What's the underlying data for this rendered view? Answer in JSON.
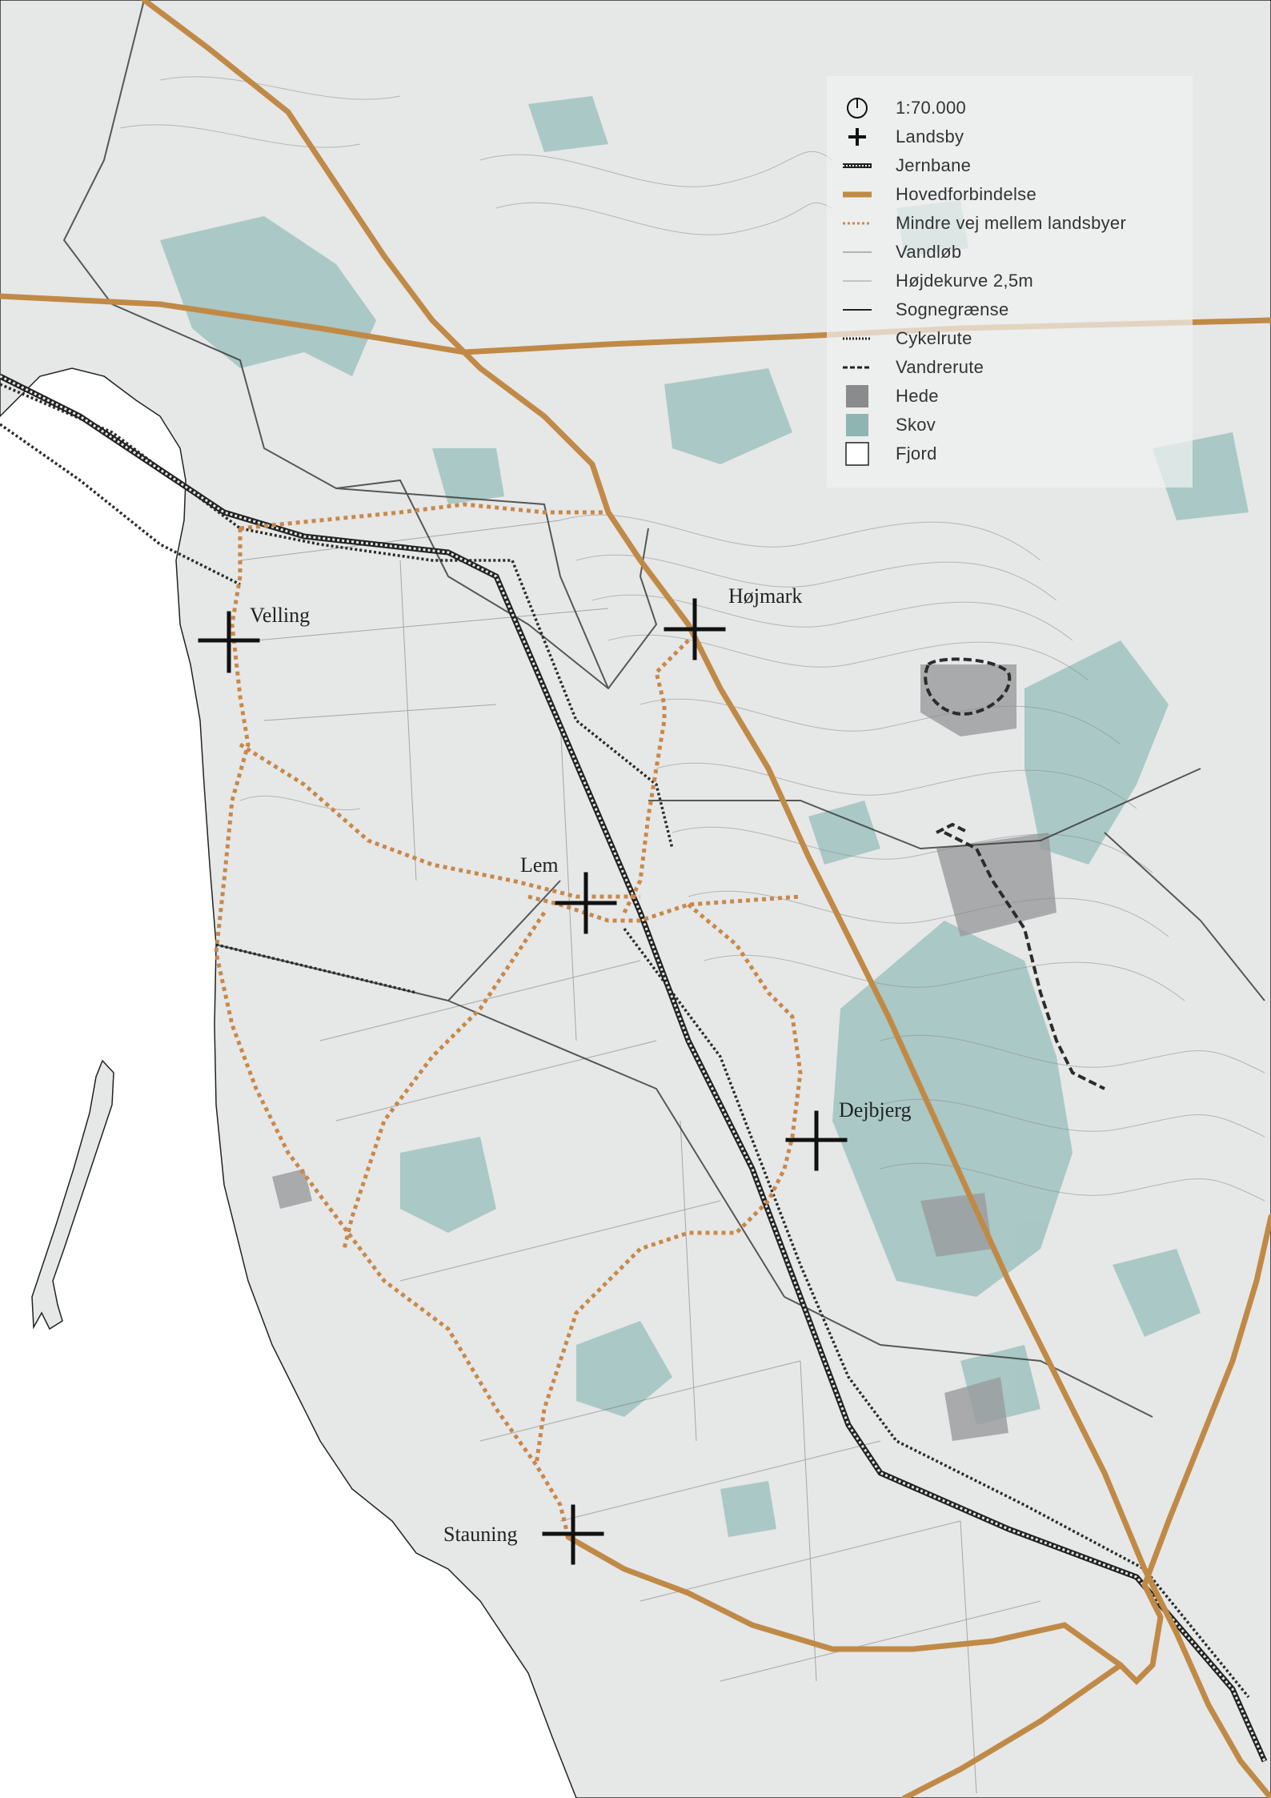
{
  "legend": {
    "scale": "1:70.000",
    "items": [
      {
        "label": "Landsby",
        "icon": "cross-icon"
      },
      {
        "label": "Jernbane",
        "icon": "railway-line-icon"
      },
      {
        "label": "Hovedforbindelse",
        "icon": "main-road-line-icon",
        "color": "#c08a46"
      },
      {
        "label": "Mindre vej mellem landsbyer",
        "icon": "minor-road-dotted-icon",
        "color": "#c8884a"
      },
      {
        "label": "Vandløb",
        "icon": "stream-line-icon"
      },
      {
        "label": "Højdekurve 2,5m",
        "icon": "contour-line-icon"
      },
      {
        "label": "Sognegrænse",
        "icon": "parish-border-icon"
      },
      {
        "label": "Cykelrute",
        "icon": "bike-route-icon"
      },
      {
        "label": "Vandrerute",
        "icon": "hiking-route-icon"
      },
      {
        "label": "Hede",
        "icon": "heath-swatch-icon",
        "color": "#8a8b8c"
      },
      {
        "label": "Skov",
        "icon": "forest-swatch-icon",
        "color": "#8fb5b2"
      },
      {
        "label": "Fjord",
        "icon": "fjord-swatch-icon",
        "color": "#ffffff"
      }
    ]
  },
  "villages": [
    {
      "name": "Velling"
    },
    {
      "name": "Højmark"
    },
    {
      "name": "Lem"
    },
    {
      "name": "Dejbjerg"
    },
    {
      "name": "Stauning"
    }
  ],
  "colors": {
    "land": "#e6e7e7",
    "water": "#ffffff",
    "forest": "#9fc2bf",
    "heath": "#9a9b9c",
    "main_road": "#c08a46",
    "minor_road": "#c8884a"
  }
}
